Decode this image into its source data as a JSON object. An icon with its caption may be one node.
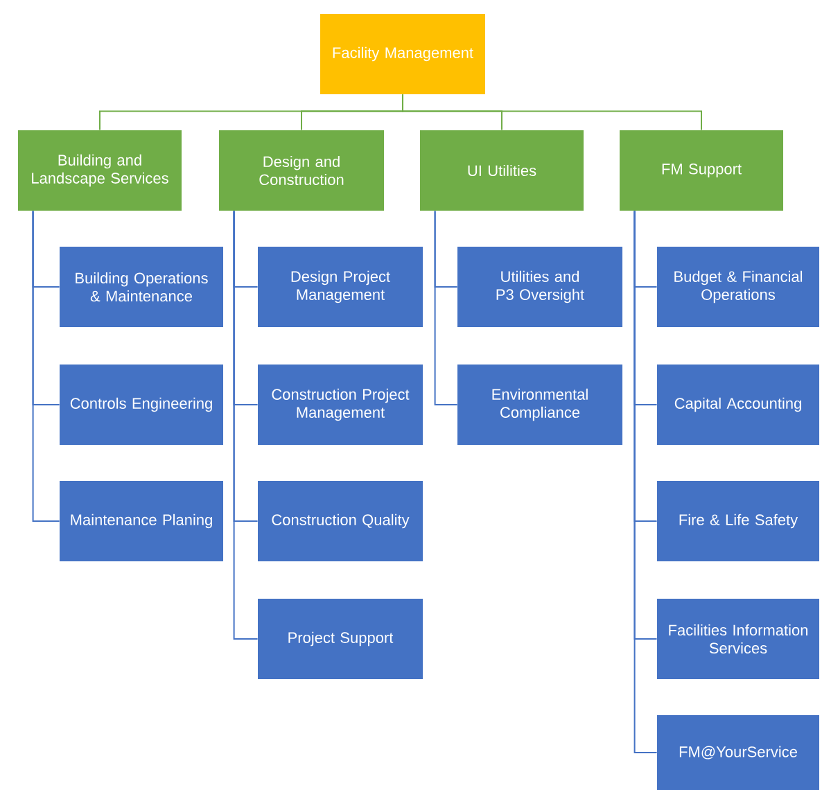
{
  "diagram": {
    "nodes": [
      {
        "text": [
          "Facility Management"
        ]
      },
      {
        "text": [
          "Building and Landscape Services"
        ]
      },
      {
        "text": [
          "Design and Construction"
        ]
      },
      {
        "text": [
          "UI Utilities"
        ]
      },
      {
        "text": [
          "FM Support"
        ]
      },
      {
        "text": [
          "Building Operations & Maintenance"
        ]
      },
      {
        "text": [
          "Controls Engineering"
        ]
      },
      {
        "text": [
          "Maintenance Planing"
        ]
      },
      {
        "text": [
          "Design Project Management"
        ]
      },
      {
        "text": [
          "Construction Project Management"
        ]
      },
      {
        "text": [
          "Construction Quality"
        ]
      },
      {
        "text": [
          "Project Support"
        ]
      },
      {
        "text": [
          "Utilities and P3 Oversight"
        ]
      },
      {
        "text": [
          "Environmental Compliance"
        ]
      },
      {
        "text": [
          "Budget & Financial Operations"
        ]
      },
      {
        "text": [
          "Capital Accounting"
        ]
      },
      {
        "text": [
          "Fire & Life Safety"
        ]
      },
      {
        "text": [
          "Facilities Information Services"
        ]
      },
      {
        "text": [
          "FM@YourService"
        ]
      }
    ],
    "edges": [
      {
        "from": 0,
        "to": 1,
        "arrow": "none",
        "color": "#70ad47"
      },
      {
        "from": 0,
        "to": 2,
        "arrow": "none",
        "color": "#70ad47"
      },
      {
        "from": 0,
        "to": 3,
        "arrow": "none",
        "color": "#70ad47"
      },
      {
        "from": 0,
        "to": 4,
        "arrow": "none",
        "color": "#70ad47"
      },
      {
        "from": 1,
        "to": 5,
        "arrow": "none"
      },
      {
        "from": 1,
        "to": 6,
        "arrow": "none"
      },
      {
        "from": 1,
        "to": 7,
        "arrow": "none"
      },
      {
        "from": 2,
        "to": 8,
        "arrow": "none"
      },
      {
        "from": 2,
        "to": 9,
        "arrow": "none"
      },
      {
        "from": 2,
        "to": 10,
        "arrow": "none"
      },
      {
        "from": 2,
        "to": 11,
        "arrow": "none"
      },
      {
        "from": 3,
        "to": 12,
        "arrow": "none"
      },
      {
        "from": 3,
        "to": 13,
        "arrow": "none"
      },
      {
        "from": 4,
        "to": 14,
        "arrow": "none"
      },
      {
        "from": 4,
        "to": 15,
        "arrow": "none"
      },
      {
        "from": 4,
        "to": 16,
        "arrow": "none"
      },
      {
        "from": 4,
        "to": 17,
        "arrow": "none"
      },
      {
        "from": 4,
        "to": 18,
        "arrow": "none"
      }
    ]
  }
}
